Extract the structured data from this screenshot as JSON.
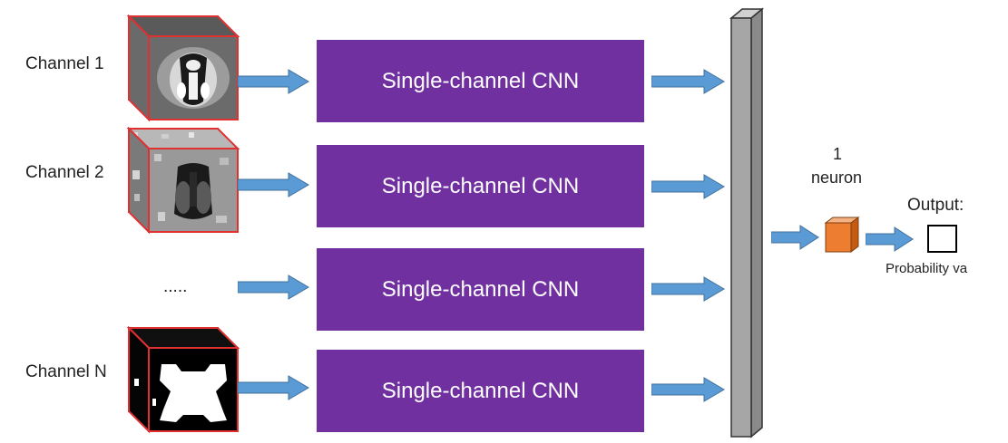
{
  "channels": [
    {
      "label": "Channel 1",
      "image": "ct-brain-slice"
    },
    {
      "label": "Channel 2",
      "image": "noisy-brain-map"
    },
    {
      "label": ".....",
      "image": ""
    },
    {
      "label": "Channel N",
      "image": "binary-brain-mask"
    }
  ],
  "cnn_label": "Single-channel CNN",
  "neuron": {
    "count": "1",
    "label": "neuron"
  },
  "output": {
    "title": "Output:",
    "caption": "Probability va"
  },
  "colors": {
    "cnn_fill": "#7030a0",
    "arrow_fill": "#5b9bd5",
    "cube_border": "#e03030",
    "neuron_fill": "#ed7d31",
    "bar_fill": "#a6a6a6"
  }
}
